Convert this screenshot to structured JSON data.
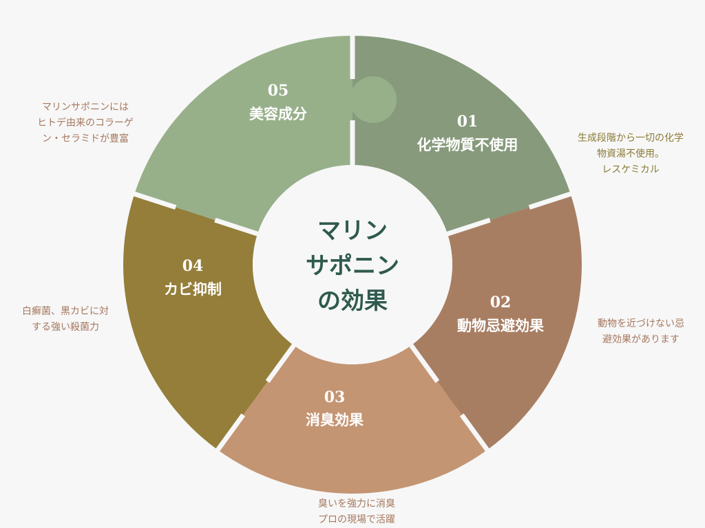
{
  "center": {
    "lines": [
      "マリン",
      "サポニン",
      "の効果"
    ]
  },
  "segments": [
    {
      "number": "01",
      "title": "化学物質不使用",
      "color": "#879a7c"
    },
    {
      "number": "02",
      "title": "動物忌避効果",
      "color": "#a87e63"
    },
    {
      "number": "03",
      "title": "消臭効果",
      "color": "#c49573"
    },
    {
      "number": "04",
      "title": "カビ抑制",
      "color": "#947e3a"
    },
    {
      "number": "05",
      "title": "美容成分",
      "color": "#97b08a"
    }
  ],
  "notes": {
    "n01": [
      "生成段階から一切の化学",
      "物資湯不使用。",
      "レスケミカル"
    ],
    "n02": [
      "動物を近づけない忌",
      "避効果があります"
    ],
    "n03": [
      "臭いを強力に消臭",
      "プロの現場で活躍"
    ],
    "n04": [
      "白癬菌、黒カビに対",
      "する強い殺菌力"
    ],
    "n05": [
      "マリンサポニンには",
      "ヒトデ由来のコラーゲ",
      "ン・セラミドが豊富"
    ]
  },
  "colors": {
    "background": "#f7f7f7",
    "center_fill": "#f7f7f7",
    "center_text": "#2f5a4d",
    "segment_text": "#ffffff"
  }
}
